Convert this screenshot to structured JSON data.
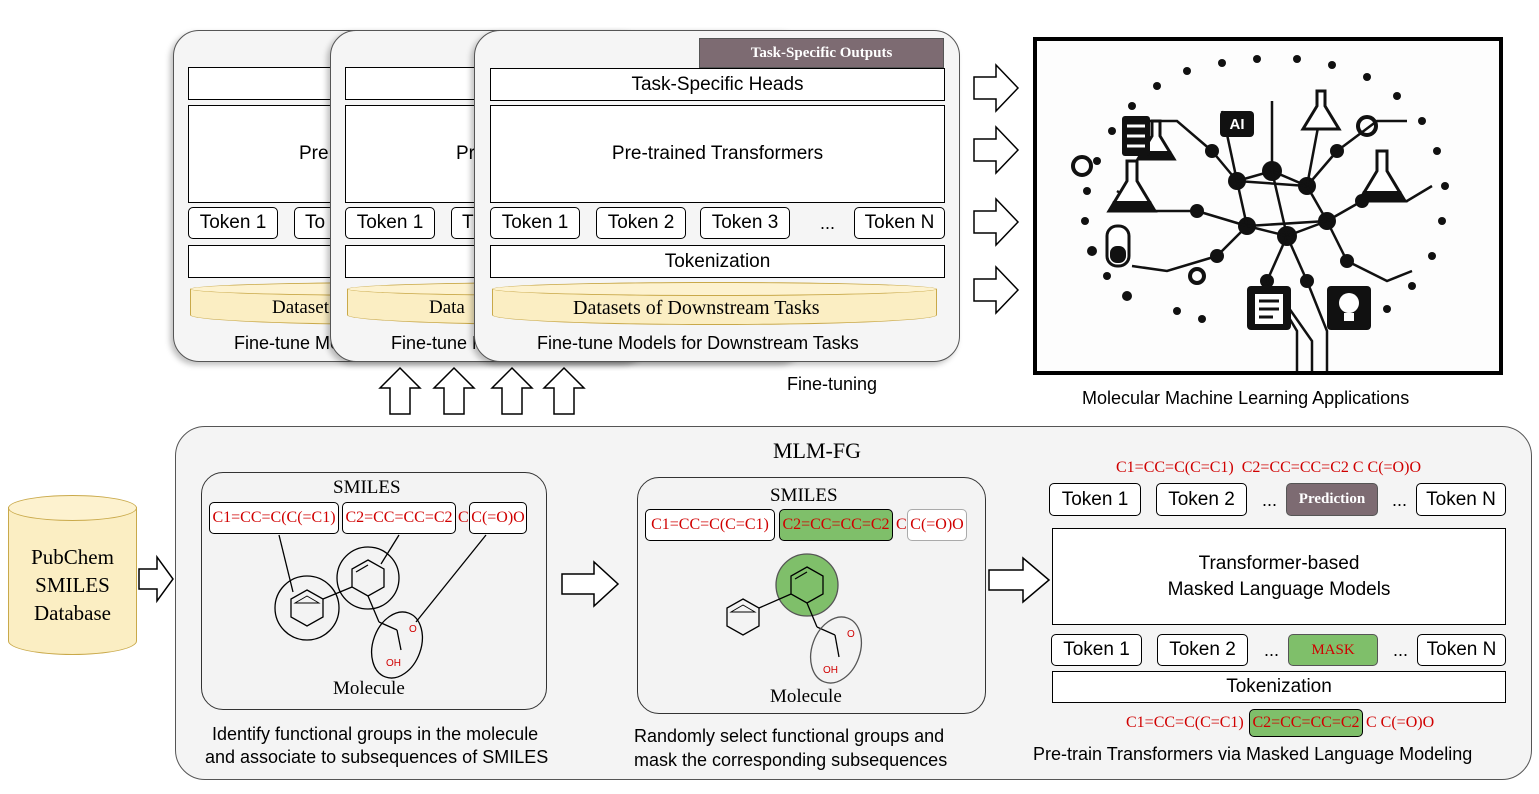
{
  "finetune": {
    "card_title": "Fine-tune Models for Downstream Tasks",
    "card_title_back1": "Fine-tune Mo",
    "card_title_back2": "Fine-tune M",
    "outputs_label": "Task-Specific Outputs",
    "heads_label": "Task-Specific Heads",
    "transformer_label": "Pre-trained Transformers",
    "transformer_label_cut": "Pre",
    "tokenization_label": "Tokenization",
    "dataset_label": "Datasets of Downstream Tasks",
    "dataset_back1": "Dataset",
    "dataset_back2": "Data",
    "tokens": [
      "Token 1",
      "Token 2",
      "Token 3",
      "...",
      "Token N"
    ],
    "token_cut": "To",
    "token_cut2": "T",
    "stage_label": "Fine-tuning"
  },
  "applications": {
    "caption": "Molecular Machine Learning Applications",
    "ai_badge": "AI"
  },
  "database": {
    "line1": "PubChem",
    "line2": "SMILES",
    "line3": "Database"
  },
  "mlmfg": {
    "title": "MLM-FG",
    "step1": {
      "smiles_title": "SMILES",
      "segments": [
        "C1=CC=C(C(=C1)",
        "C2=CC=CC=C2",
        "C",
        "C(=O)O"
      ],
      "molecule_label": "Molecule",
      "caption_line1": "Identify functional groups in the molecule",
      "caption_line2": "and associate to subsequences of SMILES"
    },
    "step2": {
      "smiles_title": "SMILES",
      "segments": [
        "C1=CC=C(C=C1)",
        "C2=CC=CC=C2",
        "C",
        "C(=O)O"
      ],
      "molecule_label": "Molecule",
      "caption_line1": "Randomly select functional groups and",
      "caption_line2": "mask the corresponding subsequences"
    },
    "step3": {
      "top_smiles": "C1=CC=C(C=C1)  C2=CC=CC=C2 C C(=O)O",
      "top_tokens": [
        "Token 1",
        "Token 2",
        "...",
        "Prediction",
        "...",
        "Token N"
      ],
      "model_line1": "Transformer-based",
      "model_line2": "Masked Language Models",
      "bottom_tokens": [
        "Token 1",
        "Token 2",
        "...",
        "MASK",
        "...",
        "Token N"
      ],
      "tokenization_label": "Tokenization",
      "bottom_smiles_a": "C1=CC=C(C=C1)",
      "bottom_smiles_b": "C2=CC=CC=C2",
      "bottom_smiles_c": "C C(=O)O",
      "caption": "Pre-train Transformers via Masked Language Modeling"
    },
    "atom_oh": "OH",
    "atom_o": "O"
  },
  "colors": {
    "red_text": "#d00000",
    "mask_green": "#7fbf6a",
    "prediction_gray": "#7d6b72",
    "dataset_yellow": "#fbeec3",
    "panel_gray": "#f4f4f4"
  }
}
